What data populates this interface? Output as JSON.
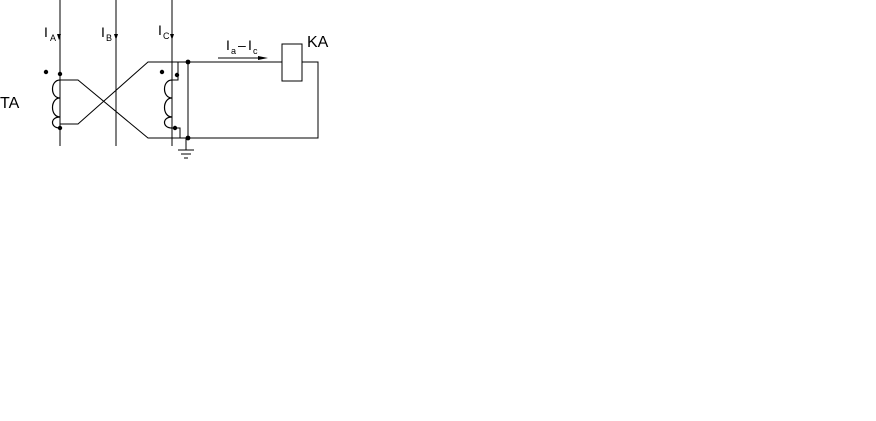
{
  "diagram": {
    "phases": [
      {
        "main": "I",
        "sub": "A"
      },
      {
        "main": "I",
        "sub": "B"
      },
      {
        "main": "I",
        "sub": "C"
      }
    ],
    "transformer_label": "TA",
    "relay_label": "KA",
    "relay_current": {
      "left_main": "I",
      "left_sub": "a",
      "dash": "–",
      "right_main": "I",
      "right_sub": "c"
    }
  }
}
